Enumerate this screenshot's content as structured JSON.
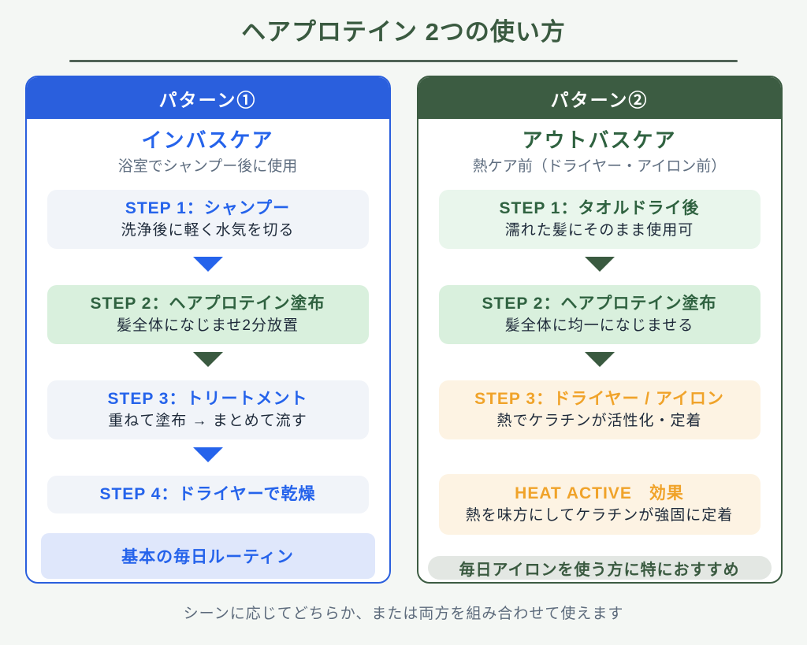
{
  "page": {
    "title": "ヘアプロテイン 2つの使い方",
    "footer_note": "シーンに応じてどちらか、または両方を組み合わせて使えます"
  },
  "colors": {
    "accent_blue": "#2563eb",
    "accent_green": "#3c5c42",
    "accent_orange": "#f0a32a",
    "box_gray": "#f1f4f9",
    "box_green": "#d9f0dd",
    "box_green_light": "#e9f6ec",
    "box_cream": "#fdf3e3",
    "footer_lavender": "#dfe7fb",
    "footer_gray_pill": "#e3e7e3",
    "page_background": "#f4f7f4"
  },
  "pattern1": {
    "header": "パターン①",
    "care_title": "インバスケア",
    "care_subtitle": "浴室でシャンプー後に使用",
    "steps": [
      {
        "title": "STEP 1：シャンプー",
        "desc": "洗浄後に軽く水気を切る"
      },
      {
        "title": "STEP 2：ヘアプロテイン塗布",
        "desc": "髪全体になじませ2分放置"
      },
      {
        "title": "STEP 3：トリートメント",
        "desc": "重ねて塗布 → まとめて流す"
      },
      {
        "title": "STEP 4：ドライヤーで乾燥"
      }
    ],
    "footer": "基本の毎日ルーティン"
  },
  "pattern2": {
    "header": "パターン②",
    "care_title": "アウトバスケア",
    "care_subtitle": "熱ケア前（ドライヤー・アイロン前）",
    "steps": [
      {
        "title": "STEP 1：タオルドライ後",
        "desc": "濡れた髪にそのまま使用可"
      },
      {
        "title": "STEP 2：ヘアプロテイン塗布",
        "desc": "髪全体に均一になじませる"
      },
      {
        "title": "STEP 3：ドライヤー / アイロン",
        "desc": "熱でケラチンが活性化・定着"
      }
    ],
    "highlight": {
      "title": "HEAT ACTIVE　効果",
      "desc": "熱を味方にしてケラチンが強固に定着"
    },
    "footer": "毎日アイロンを使う方に特におすすめ"
  }
}
